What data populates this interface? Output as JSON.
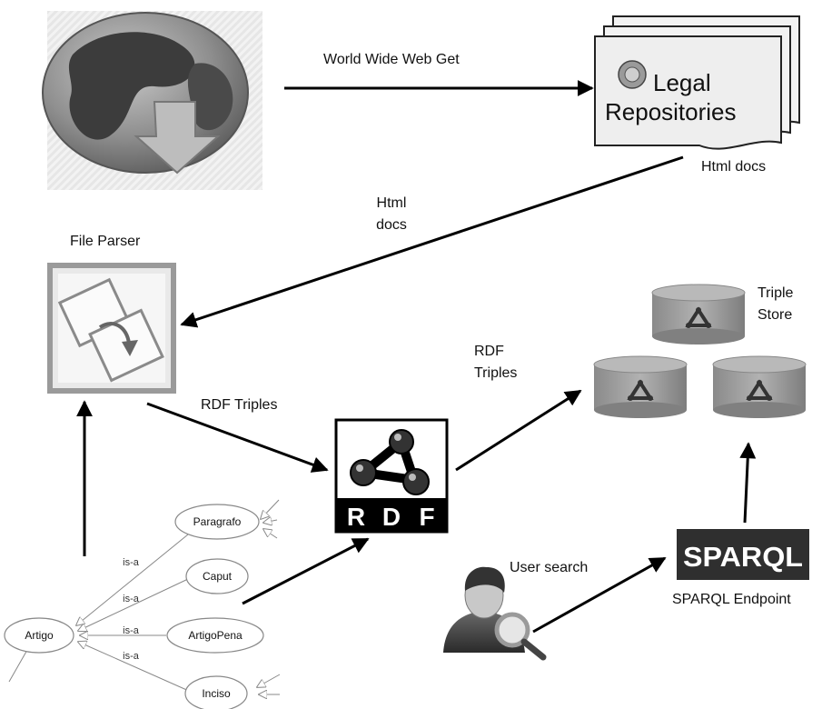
{
  "labels": {
    "www_get": "World Wide Web Get",
    "legal_line1": "Legal",
    "legal_line2": "Repositories",
    "html_docs_right": "Html docs",
    "html_docs_mid_1": "Html",
    "html_docs_mid_2": "docs",
    "file_parser": "File Parser",
    "rdf_triples_left": "RDF Triples",
    "rdf_triples_right_1": "RDF",
    "rdf_triples_right_2": "Triples",
    "triple_store_1": "Triple",
    "triple_store_2": "Store",
    "rdf_logo_r": "R",
    "rdf_logo_d": "D",
    "rdf_logo_f": "F",
    "sparql_logo": "SPARQL",
    "sparql_endpoint": "SPARQL Endpoint",
    "user_search": "User search"
  },
  "ontology": {
    "root": "Artigo",
    "children": [
      "Paragrafo",
      "Caput",
      "ArtigoPena",
      "Inciso"
    ],
    "relation": "is-a"
  }
}
